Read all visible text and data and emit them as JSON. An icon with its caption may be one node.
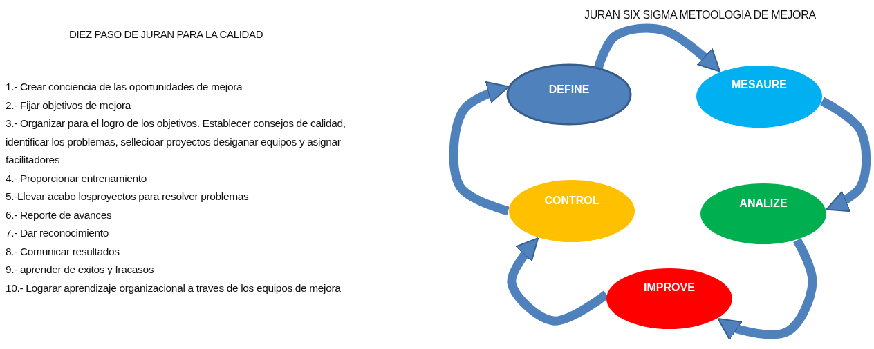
{
  "diagram": {
    "nodes": [
      {
        "text": [
          "DEFINE"
        ]
      },
      {
        "text": [
          "MESAURE"
        ]
      },
      {
        "text": [
          "ANALIZE"
        ]
      },
      {
        "text": [
          "IMPROVE"
        ]
      },
      {
        "text": [
          "CONTROL"
        ]
      }
    ],
    "edges": [
      {
        "from": 0,
        "to": 1,
        "arrow": "to"
      },
      {
        "from": 1,
        "to": 2,
        "arrow": "to"
      },
      {
        "from": 2,
        "to": 3,
        "arrow": "to"
      },
      {
        "from": 3,
        "to": 4,
        "arrow": "to"
      },
      {
        "from": 4,
        "to": 0,
        "arrow": "to"
      }
    ],
    "labels": [
      "DIEZ PASO DE JURAN PARA LA CALIDAD",
      "JURAN SIX SIGMA METOOLOGIA DE MEJORA",
      "1.- Crear conciencia de las oportunidades de mejora",
      "2.- Fijar objetivos de mejora",
      "3.- Organizar para el logro de los objetivos. Establecer consejos de calidad, identificar los problemas, sellecioar proyectos desiganar equipos y asignar facilitadores",
      "4.- Proporcionar entrenamiento",
      "5.-Llevar acabo losproyectos para resolver problemas",
      "6.- Reporte de avances",
      "7.- Dar reconocimiento",
      "8.- Comunicar resultados",
      "9.- aprender de exitos y fracasos",
      "10.- Logarar aprendizaje organizacional a traves de los equipos de mejora"
    ]
  }
}
